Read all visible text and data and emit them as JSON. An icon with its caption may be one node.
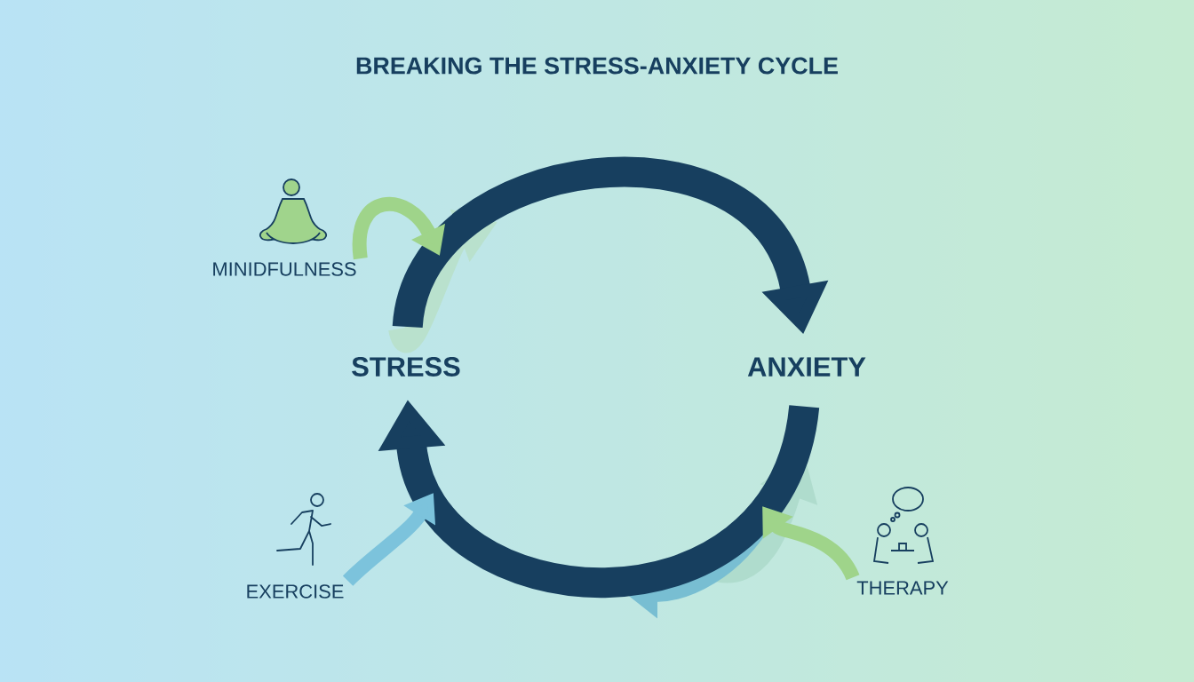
{
  "diagram": {
    "title": "BREAKING THE STRESS-ANXIETY CYCLE",
    "nodes": [
      {
        "text": [
          "STRESS"
        ]
      },
      {
        "text": [
          "ANXIETY"
        ]
      },
      {
        "text": [
          "MINIDFULNESS"
        ]
      },
      {
        "text": [
          "EXERCISE"
        ]
      },
      {
        "text": [
          "THERAPY"
        ]
      }
    ],
    "edges": [
      {
        "from": 0,
        "to": 1,
        "arrow": "to",
        "style": "thick"
      },
      {
        "from": 1,
        "to": 0,
        "arrow": "to",
        "style": "thick"
      },
      {
        "from": 2,
        "to": null,
        "arrow": "to",
        "color": "#9fd48a"
      },
      {
        "from": 3,
        "to": null,
        "arrow": "to",
        "color": "#7cc3dc"
      },
      {
        "from": 4,
        "to": null,
        "arrow": "to",
        "color": "#9fd48a"
      }
    ]
  }
}
